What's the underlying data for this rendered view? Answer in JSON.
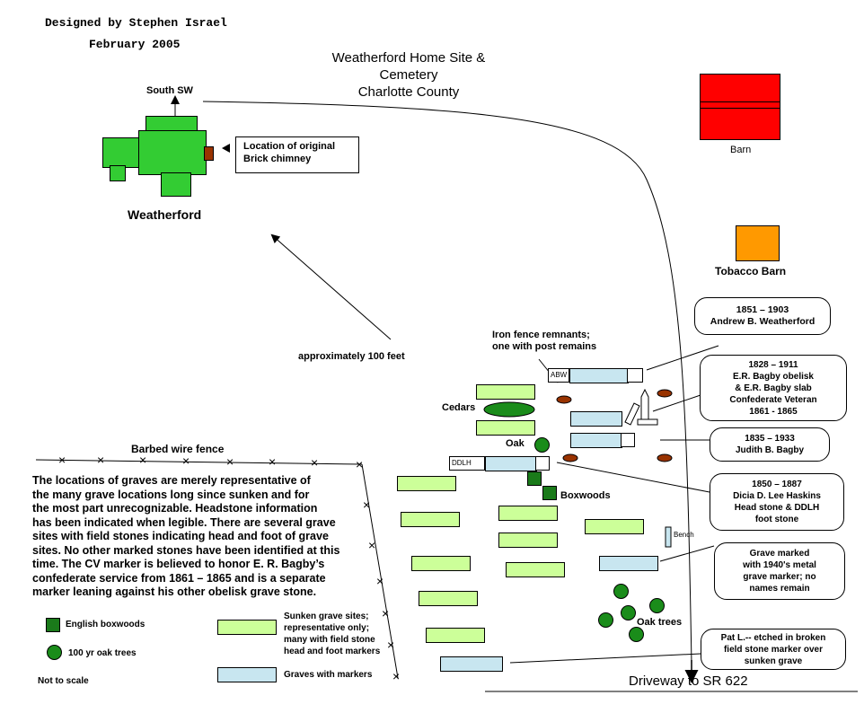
{
  "credit": {
    "designer": "Designed by Stephen Israel",
    "date": "February 2005"
  },
  "title": {
    "line1": "Weatherford Home Site &",
    "line2": "Cemetery",
    "line3": "Charlotte County"
  },
  "house": {
    "direction": "South SW",
    "name": "Weatherford",
    "chimney_note_l1": "Location of original",
    "chimney_note_l2": "Brick chimney"
  },
  "distance_label": "approximately 100 feet",
  "barn": {
    "label": "Barn",
    "color": "#ff0000"
  },
  "tobacco_barn": {
    "label": "Tobacco Barn",
    "color": "#ff9900"
  },
  "fence_label": "Barbed wire fence",
  "iron_fence": {
    "l1": "Iron fence remnants;",
    "l2": "one with post remains"
  },
  "cedars": "Cedars",
  "oak": "Oak",
  "boxwoods": "Boxwoods",
  "bench": "Bench",
  "oak_trees": "Oak trees",
  "driveway": "Driveway to SR 622",
  "markers": {
    "abw": "ABW",
    "ddlh": "DDLH"
  },
  "callouts": {
    "andrew": {
      "l1": "1851 – 1903",
      "l2": "Andrew  B. Weatherford"
    },
    "bagby_er": {
      "l1": "1828 – 1911",
      "l2": "E.R. Bagby obelisk",
      "l3": "&   E.R. Bagby slab",
      "l4": "Confederate Veteran",
      "l5": "1861 - 1865"
    },
    "judith": {
      "l1": "1835 – 1933",
      "l2": "Judith B. Bagby"
    },
    "dicia": {
      "l1": "1850 – 1887",
      "l2": "Dicia D. Lee Haskins",
      "l3": "Head stone & DDLH",
      "l4": "foot stone"
    },
    "metal": {
      "l1": "Grave marked",
      "l2": "with 1940's metal",
      "l3": "grave marker; no",
      "l4": "names remain"
    },
    "pat": {
      "l1": "Pat L.-- etched in  broken",
      "l2": "field stone marker over",
      "l3": "sunken grave"
    }
  },
  "notes": [
    "The locations of graves are merely representative of",
    "the many grave locations long since sunken and for",
    "the most part unrecognizable. Headstone information",
    "has been indicated when legible. There are several grave",
    "sites with field stones indicating head and foot of grave",
    "sites. No other marked stones have been identified at this",
    "time. The CV marker is believed to honor E. R. Bagby’s",
    "confederate service from 1861 – 1865 and is a separate",
    "marker leaning against his other obelisk grave stone."
  ],
  "legend": {
    "boxwoods": "English boxwoods",
    "oaks": "100 yr oak trees",
    "scale": "Not to scale",
    "sunken_l1": "Sunken grave sites;",
    "sunken_l2": "representative only;",
    "sunken_l3": "many with field stone",
    "sunken_l4": "head and foot markers",
    "marked": "Graves with markers"
  },
  "colors": {
    "house": "#33cc33",
    "chimney": "#993300",
    "sunken": "#ccff99",
    "marked": "#c8e6f0",
    "boxwood": "#1a7a1a",
    "oak": "#1a8c1a",
    "stone": "#993300"
  }
}
